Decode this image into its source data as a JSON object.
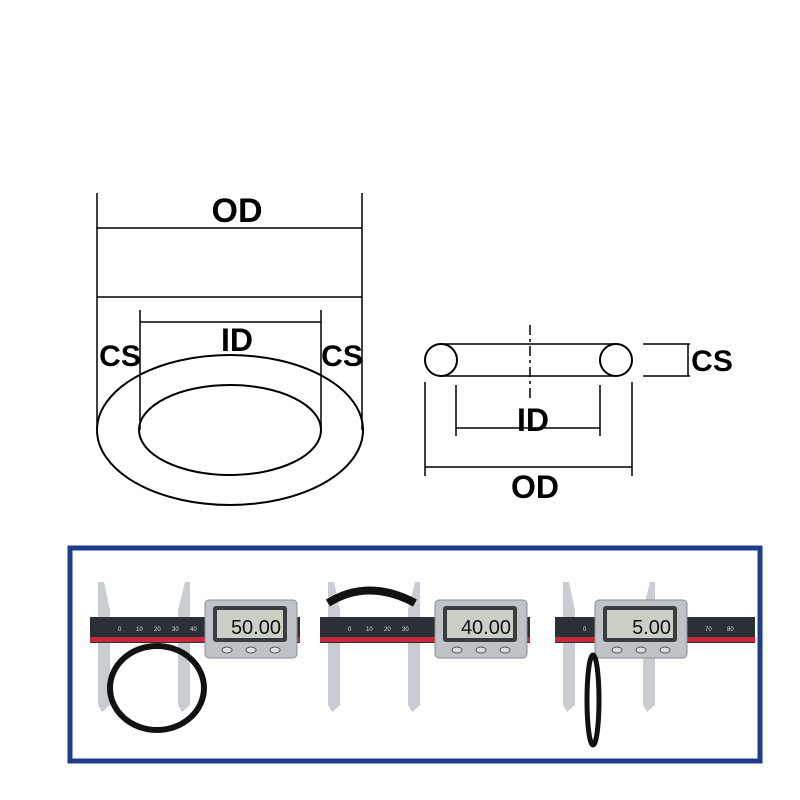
{
  "diagram": {
    "ring_view": {
      "od_label": "OD",
      "id_label": "ID",
      "cs_left_label": "CS",
      "cs_right_label": "CS"
    },
    "section_view": {
      "cs_label": "CS",
      "id_label": "ID",
      "od_label": "OD"
    }
  },
  "photos": {
    "border_color": "#1c3c8c",
    "panels": [
      {
        "measurement": "OD",
        "reading": "50.00",
        "scale_ticks": [
          "0",
          "10",
          "20",
          "30",
          "40"
        ]
      },
      {
        "measurement": "ID",
        "reading": "40.00",
        "scale_ticks": [
          "0",
          "10",
          "20",
          "30"
        ]
      },
      {
        "measurement": "CS",
        "reading": "5.00",
        "scale_ticks": [
          "0",
          "70",
          "80"
        ]
      }
    ]
  }
}
